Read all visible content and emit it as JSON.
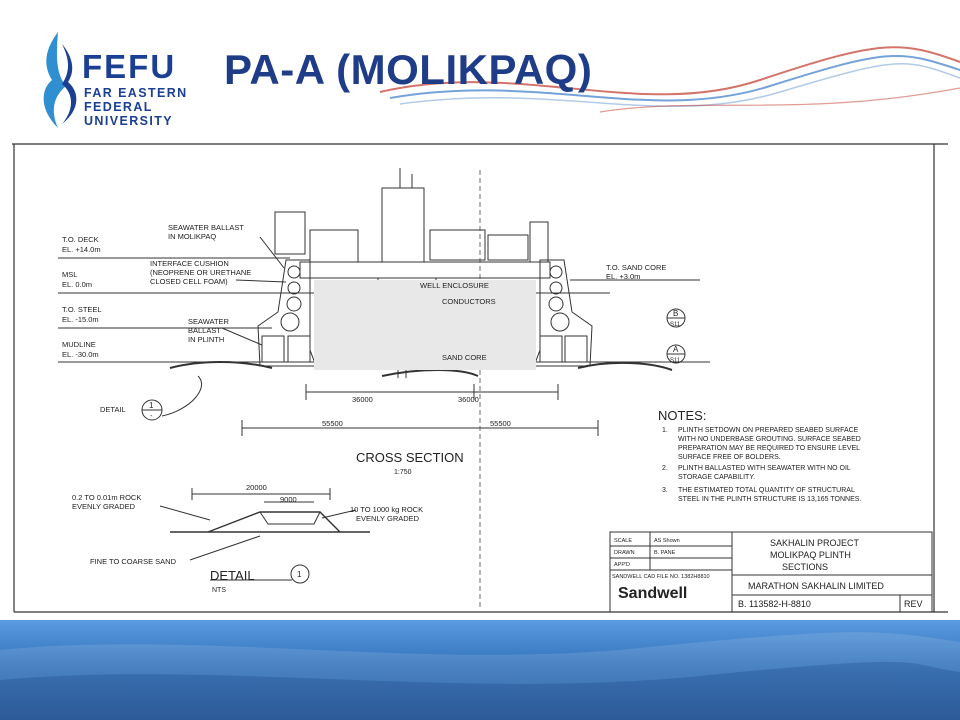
{
  "colors": {
    "brand": "#1b3f93",
    "title": "#1f3c88",
    "footer_blue": "#2f6fb8",
    "swoosh_red": "#c0392b"
  },
  "logo": {
    "name": "FEFU",
    "line1": "FAR EASTERN",
    "line2": "FEDERAL",
    "line3": "UNIVERSITY"
  },
  "title": "PA-A (MOLIKPAQ)",
  "drawing": {
    "levels": [
      {
        "name": "T.O. DECK",
        "value": "EL. +14.0m"
      },
      {
        "name": "MSL",
        "value": "EL. 0.0m"
      },
      {
        "name": "T.O. STEEL",
        "value": "EL. -15.0m"
      },
      {
        "name": "MUDLINE",
        "value": "EL. -30.0m"
      }
    ],
    "sand_core_level": {
      "name": "T.O. SAND CORE",
      "value": "EL. +3.0m"
    },
    "labels": {
      "seawater_ballast_top_1": "SEAWATER BALLAST",
      "seawater_ballast_top_2": "IN MOLIKPAQ",
      "interface_1": "INTERFACE CUSHION",
      "interface_2": "(NEOPRENE OR URETHANE",
      "interface_3": "CLOSED CELL FOAM)",
      "seawater_plinth_1": "SEAWATER",
      "seawater_plinth_2": "BALLAST",
      "seawater_plinth_3": "IN PLINTH",
      "well_enclosure": "WELL ENCLOSURE",
      "conductors": "CONDUCTORS",
      "sand_core": "SAND CORE",
      "detail": "DETAIL"
    },
    "dimensions": {
      "d1": "36000",
      "d2": "36000",
      "d3": "55500",
      "d4": "55500"
    },
    "section_markers": [
      {
        "letter": "B",
        "sheet": "S11"
      },
      {
        "letter": "A",
        "sheet": "S11"
      }
    ],
    "detail_marker": {
      "number": "1",
      "sheet": "-"
    },
    "cross_section": {
      "title": "CROSS SECTION",
      "scale": "1:750"
    },
    "detail_view": {
      "dim_outer": "20000",
      "dim_inner": "9000",
      "rock_small_1": "0.2 TO 0.01m ROCK",
      "rock_small_2": "EVENLY GRADED",
      "rock_large_1": "10 TO 1000 kg ROCK",
      "rock_large_2": "EVENLY GRADED",
      "sand": "FINE TO COARSE SAND",
      "title": "DETAIL",
      "number": "1",
      "scale": "NTS"
    },
    "notes": {
      "heading": "NOTES:",
      "items": [
        {
          "n": "1.",
          "lines": [
            "PLINTH SETDOWN ON PREPARED SEABED SURFACE",
            "WITH NO UNDERBASE GROUTING. SURFACE SEABED",
            "PREPARATION MAY BE REQUIRED TO ENSURE LEVEL",
            "SURFACE FREE OF BOLDERS."
          ]
        },
        {
          "n": "2.",
          "lines": [
            "PLINTH BALLASTED WITH SEAWATER WITH NO OIL",
            "STORAGE CAPABILITY."
          ]
        },
        {
          "n": "3.",
          "lines": [
            "THE ESTIMATED TOTAL QUANTITY OF STRUCTURAL",
            "STEEL IN THE PLINTH STRUCTURE IS 13,165 TONNES."
          ]
        }
      ]
    },
    "title_block": {
      "scale_label": "SCALE",
      "scale_value": "AS Shown",
      "drawn_label": "DRAWN",
      "drawn_value": "B. PANE",
      "appd_label": "APP'D",
      "file_label": "SANDWELL CAD FILE NO. 1382H8810",
      "project_1": "SAKHALIN PROJECT",
      "project_2": "MOLIKPAQ PLINTH",
      "project_3": "SECTIONS",
      "company": "Sandwell",
      "client": "MARATHON SAKHALIN LIMITED",
      "drawing_no": "B. 113582-H-8810",
      "rev": "REV"
    }
  }
}
